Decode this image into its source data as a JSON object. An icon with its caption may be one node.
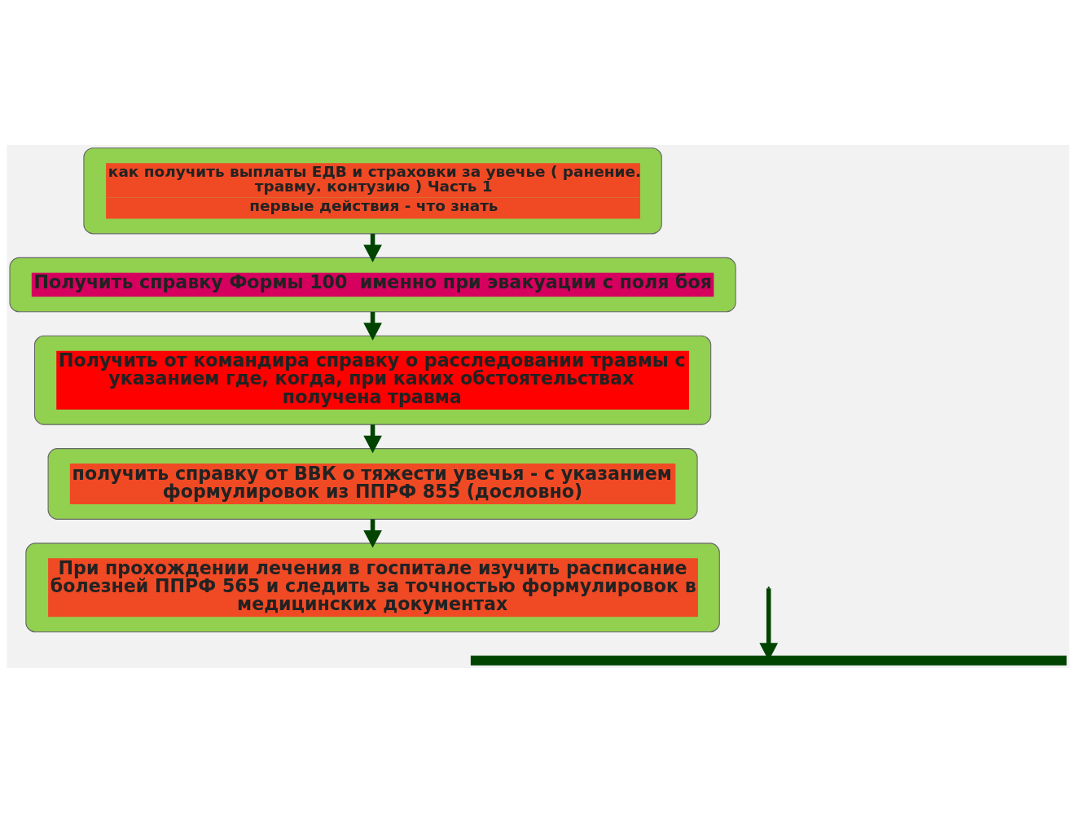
{
  "diagram": {
    "nodes": [
      {
        "text": [
          "как получить выплаты ЕДВ и страховки за увечье ( ранение. травму. контузию ) Часть 1",
          "первые действия - что знать"
        ]
      },
      {
        "text": [
          "Получить справку Формы 100  именно при эвакуации с поля боя"
        ]
      },
      {
        "text": [
          "Получить от командира справку о расследовании травмы с указанием где, когда, при каких обстоятельствах получена травма"
        ]
      },
      {
        "text": [
          "получить справку от ВВК о тяжести увечья - с указанием формулировок из ППРФ 855 (дословно)"
        ]
      },
      {
        "text": [
          "При прохождении лечения в госпитале изучить расписание болезней ППРФ 565 и следить за точностью формулировок в медицинских документах"
        ]
      },
      {
        "text": [],
        "shape": "bar"
      }
    ],
    "edges": [
      {
        "from": 0,
        "to": 1,
        "arrow": "to"
      },
      {
        "from": 1,
        "to": 2,
        "arrow": "to"
      },
      {
        "from": 2,
        "to": 3,
        "arrow": "to"
      },
      {
        "from": 3,
        "to": 4,
        "arrow": "to"
      },
      {
        "from": null,
        "to": 5,
        "arrow": "to"
      }
    ]
  }
}
